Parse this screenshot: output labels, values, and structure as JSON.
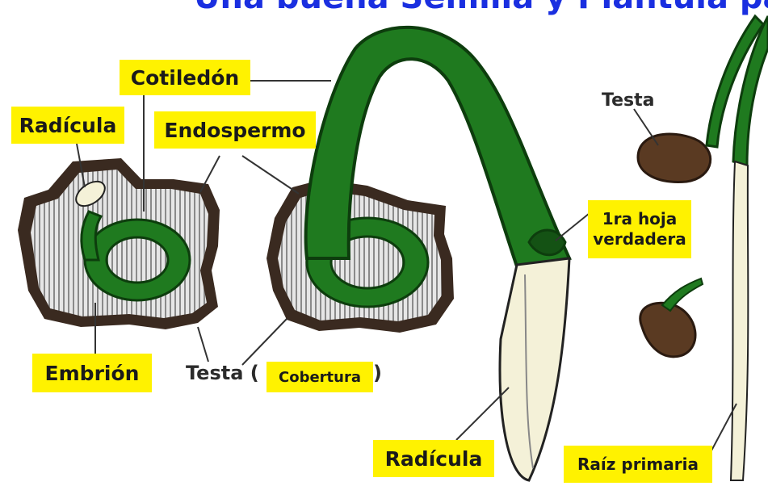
{
  "title": "Una buena Semilla y Plantula pa",
  "colors": {
    "label_bg": "#fff200",
    "title": "#1a2fe0",
    "embryo_green": "#1f7a1f",
    "seed_coat": "#3a2a20",
    "endosperm": "#c9c9c9",
    "root": "#f4f1d8"
  },
  "labels": {
    "cotiledon": "Cotiledón",
    "radicula_top": "Radícula",
    "endospermo": "Endospermo",
    "embrion": "Embrión",
    "testa_prefix": "Testa (",
    "cobertura": "Cobertura",
    "testa_suffix": ")",
    "radicula_bottom": "Radícula",
    "primera_hoja_line1": "1ra hoja",
    "primera_hoja_line2": "verdadera",
    "testa_right": "Testa",
    "raiz_primaria": "Raíz primaria"
  }
}
